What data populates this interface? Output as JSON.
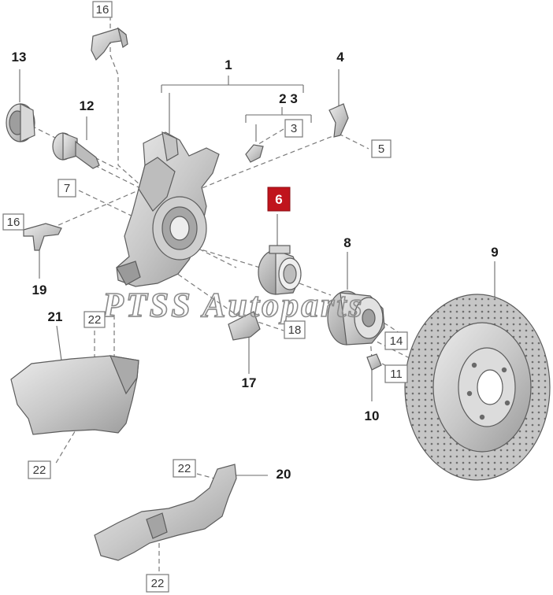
{
  "watermark": "PTSS Autoparts",
  "colors": {
    "highlight": "#c0141c",
    "part_fill": "#d2d2d2",
    "part_dark": "#a8a8a8"
  },
  "labels": {
    "p1": "1",
    "p2_3": "2 3",
    "p4": "4",
    "p6": "6",
    "p8": "8",
    "p9": "9",
    "p10": "10",
    "p12": "12",
    "p13": "13",
    "p17": "17",
    "p19": "19",
    "p20": "20",
    "p21": "21"
  },
  "boxes": {
    "b16_top": "16",
    "b3": "3",
    "b5": "5",
    "b7": "7",
    "b16_left": "16",
    "b22_a": "22",
    "b18": "18",
    "b14": "14",
    "b11": "11",
    "b22_b": "22",
    "b22_c": "22",
    "b22_d": "22"
  },
  "highlighted_part": "6",
  "icons": {
    "wheel_bearing": "wheel-bearing-icon",
    "brake_disc": "brake-disc-icon",
    "steering_knuckle": "steering-knuckle-icon"
  }
}
